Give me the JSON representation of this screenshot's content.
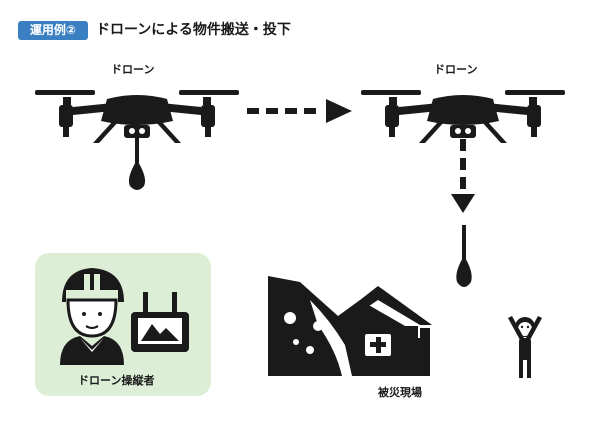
{
  "header": {
    "badge": "運用例②",
    "title": "ドローンによる物件搬送・投下"
  },
  "labels": {
    "drone_left": "ドローン",
    "drone_right": "ドローン",
    "operator": "ドローン操縦者",
    "disaster_site": "被災現場"
  },
  "icons": [
    "drone-icon",
    "drone-icon",
    "payload-icon",
    "dashed-arrow-right-icon",
    "dashed-arrow-down-icon",
    "operator-icon",
    "remote-controller-icon",
    "landslide-house-icon",
    "waving-person-icon"
  ],
  "colors": {
    "badge": "#3a7fc1",
    "operator_panel": "#dcefd6",
    "ink": "#1a1a1a"
  }
}
